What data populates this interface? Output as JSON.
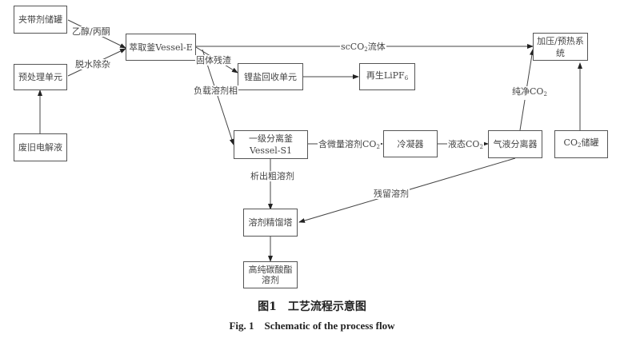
{
  "nodes": {
    "entrainer_tank": "夹带剂储罐",
    "pretreatment": "预处理单元",
    "waste_electrolyte": "废旧电解液",
    "extraction_vessel": "萃取釜Vessel-E",
    "lithium_recovery": "锂盐回收单元",
    "regen_lipf6": "再生LiPF",
    "regen_lipf6_sub": "6",
    "pressurize_preheat": "加压/预热系统",
    "co2_tank_pre": "CO",
    "co2_tank_sub": "2",
    "co2_tank_post": "储罐",
    "separator_s1_line1": "一级分离釜",
    "separator_s1_line2": "Vessel-S1",
    "condenser": "冷凝器",
    "gas_liquid_separator": "气液分离器",
    "solvent_column": "溶剂精馏塔",
    "high_purity_line1": "高纯碳酸酯",
    "high_purity_line2": "溶剂"
  },
  "edges": {
    "ethanol_acetone": "乙醇/丙酮",
    "dehydration": "脱水除杂",
    "scco2_pre": "scCO",
    "scco2_sub": "2",
    "scco2_post": "流体",
    "solid_residue": "固体残渣",
    "loaded_solvent": "负载溶剂相",
    "trace_co2_pre": "含微量溶剂CO",
    "trace_co2_sub": "2",
    "liquid_co2_pre": "液态CO",
    "liquid_co2_sub": "2",
    "pure_co2_pre": "纯净CO",
    "pure_co2_sub": "2",
    "crude_solvent": "析出粗溶剂",
    "residual_solvent": "残留溶剂"
  },
  "caption": {
    "cn": "图1　工艺流程示意图",
    "en": "Fig. 1　Schematic of the process flow"
  }
}
